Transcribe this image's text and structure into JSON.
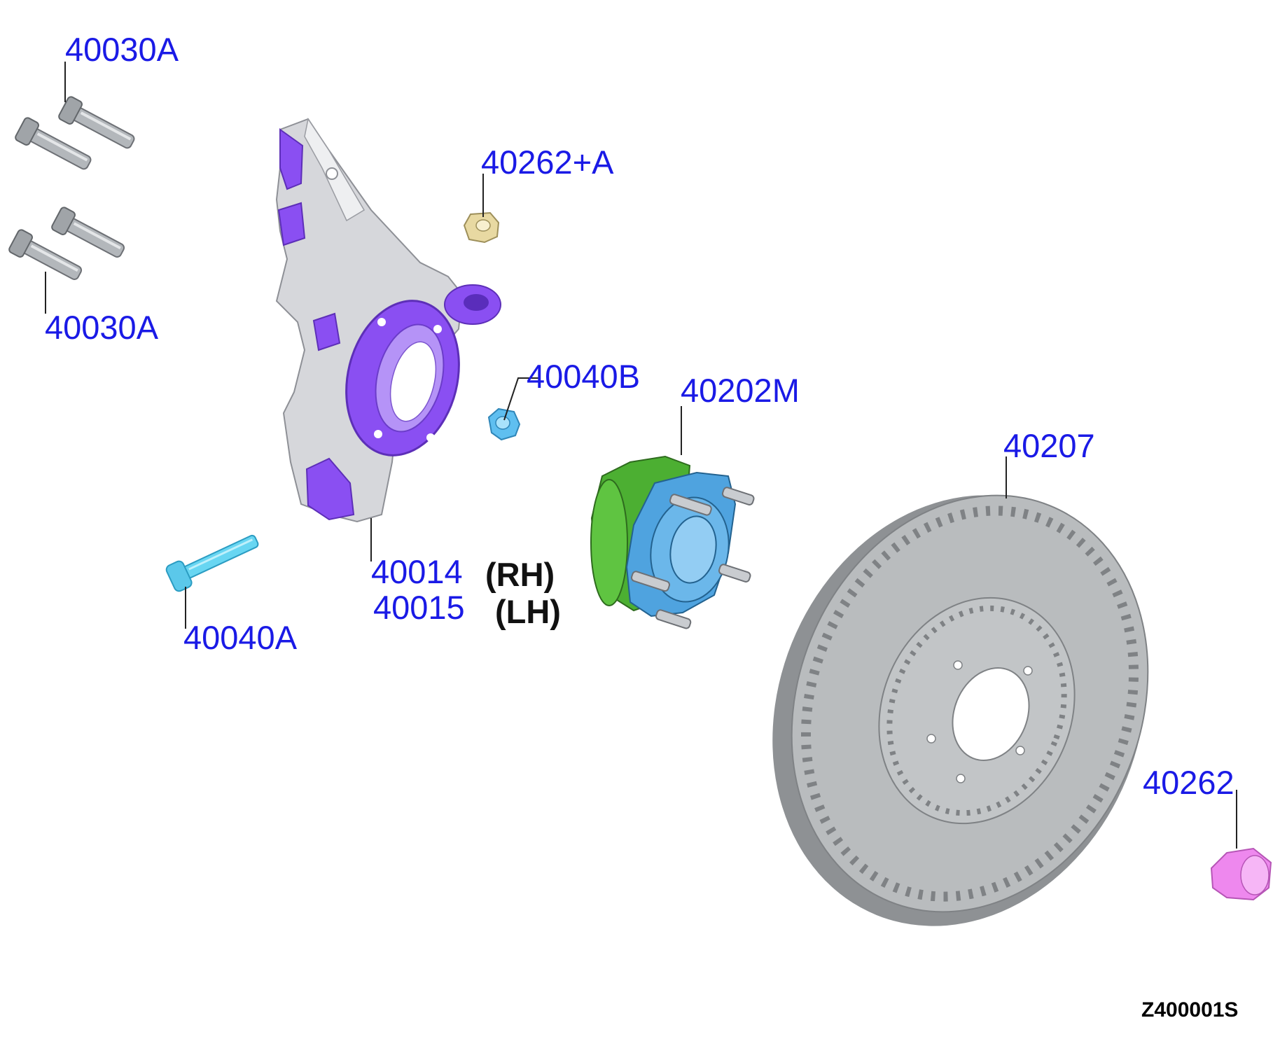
{
  "diagram": {
    "figure_code": "Z400001S",
    "callouts": {
      "bolts_upper": "40030A",
      "bolts_lower": "40030A",
      "nut_upper": "40262+A",
      "bushing": "40040B",
      "hub": "40202M",
      "knuckle_rh": "40014",
      "knuckle_lh": "40015",
      "side_rh": "(RH)",
      "side_lh": "(LH)",
      "bolt_long": "40040A",
      "rotor": "40207",
      "nut_lower": "40262"
    },
    "colors": {
      "callout_text": "#1a1ae6",
      "knuckle_body": "#d4d4d8",
      "knuckle_highlight": "#8a4ff2",
      "hub_bearing": "#4caf32",
      "hub_flange": "#4fa3df",
      "bolt_grey": "#a9adb2",
      "bolt_cyan": "#5fd0f0",
      "nut_tan": "#e8d9a2",
      "nut_pink": "#ee88ee",
      "rotor": "#b9bcbe",
      "rotor_dark": "#8e9194"
    }
  }
}
